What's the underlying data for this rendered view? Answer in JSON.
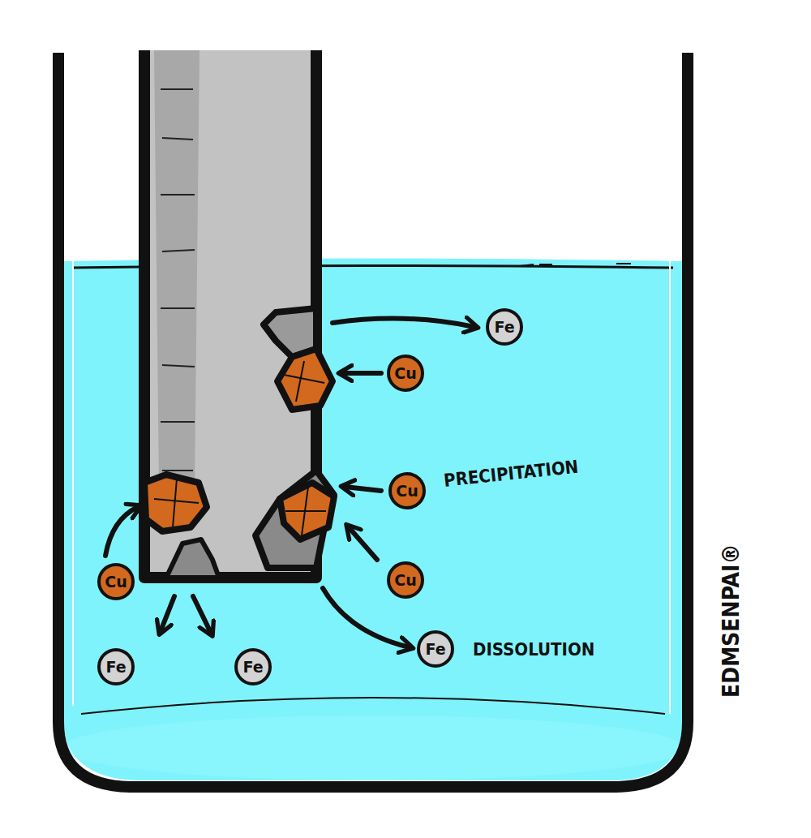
{
  "diagram": {
    "nodes": [
      {
        "text": [
          "Fe"
        ]
      },
      {
        "text": [
          "Cu"
        ]
      },
      {
        "text": [
          "Cu"
        ]
      },
      {
        "text": [
          "Cu"
        ]
      },
      {
        "text": [
          "Cu"
        ]
      },
      {
        "text": [
          "Fe"
        ]
      },
      {
        "text": [
          "Fe"
        ]
      },
      {
        "text": [
          "Fe"
        ]
      }
    ],
    "labels": [
      "PRECIPITATION",
      "DISSOLUTION",
      "EDMSENPAI®"
    ]
  }
}
